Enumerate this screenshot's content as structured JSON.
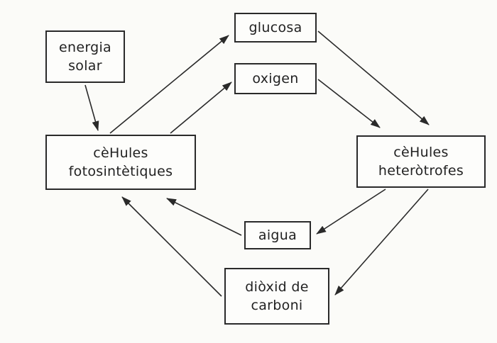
{
  "nodes": {
    "energia": {
      "line1": "energia",
      "line2": "solar"
    },
    "glucosa": {
      "line1": "glucosa"
    },
    "oxigen": {
      "line1": "oxigen"
    },
    "fotosintetiques": {
      "line1": "cèHules",
      "line2": "fotosintètiques"
    },
    "heterotrofes": {
      "line1": "cèHules",
      "line2": "heteròtrofes"
    },
    "aigua": {
      "line1": "aigua"
    },
    "dioxid": {
      "line1": "diòxid de",
      "line2": "carboni"
    }
  },
  "edges": [
    {
      "from": "energia",
      "to": "fotosintetiques"
    },
    {
      "from": "fotosintetiques",
      "to": "glucosa"
    },
    {
      "from": "fotosintetiques",
      "to": "oxigen"
    },
    {
      "from": "glucosa",
      "to": "heterotrofes"
    },
    {
      "from": "oxigen",
      "to": "heterotrofes"
    },
    {
      "from": "heterotrofes",
      "to": "aigua"
    },
    {
      "from": "heterotrofes",
      "to": "dioxid"
    },
    {
      "from": "aigua",
      "to": "fotosintetiques"
    },
    {
      "from": "dioxid",
      "to": "fotosintetiques"
    }
  ],
  "colors": {
    "ink": "#2a2a2a",
    "paper": "#fbfbf8"
  }
}
